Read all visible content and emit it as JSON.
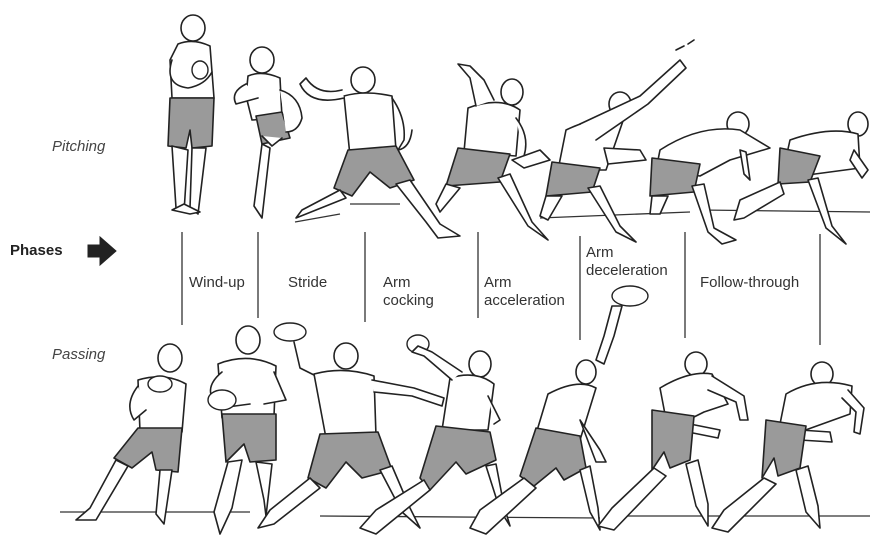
{
  "labels": {
    "pitching": "Pitching",
    "passing": "Passing",
    "phases": "Phases"
  },
  "icons": {
    "phases_arrow": "arrow-right-icon"
  },
  "phases": [
    {
      "lines": [
        "Wind-up"
      ]
    },
    {
      "lines": [
        "Stride"
      ]
    },
    {
      "lines": [
        "Arm",
        "cocking"
      ]
    },
    {
      "lines": [
        "Arm",
        "acceleration"
      ]
    },
    {
      "lines": [
        "Arm",
        "deceleration"
      ]
    },
    {
      "lines": [
        "Follow-through"
      ]
    }
  ]
}
